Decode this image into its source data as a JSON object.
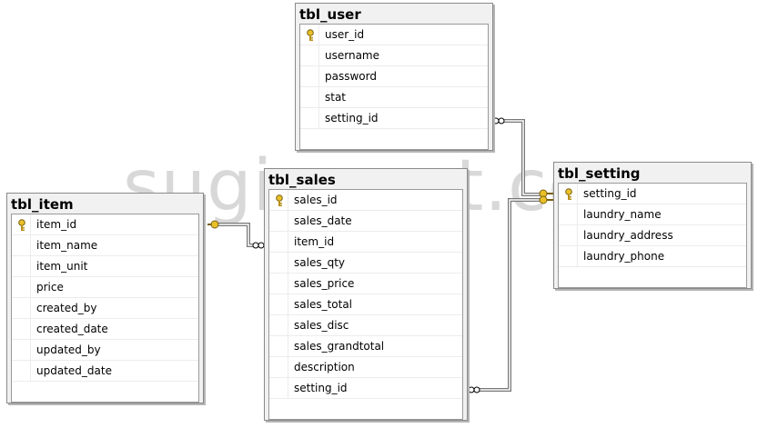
{
  "watermark": "sugismart.com",
  "tables": {
    "user": {
      "name": "tbl_user",
      "columns": [
        "user_id",
        "username",
        "password",
        "stat",
        "setting_id"
      ],
      "primary_key": "user_id"
    },
    "sales": {
      "name": "tbl_sales",
      "columns": [
        "sales_id",
        "sales_date",
        "item_id",
        "sales_qty",
        "sales_price",
        "sales_total",
        "sales_disc",
        "sales_grandtotal",
        "description",
        "setting_id"
      ],
      "primary_key": "sales_id"
    },
    "item": {
      "name": "tbl_item",
      "columns": [
        "item_id",
        "item_name",
        "item_unit",
        "price",
        "created_by",
        "created_date",
        "updated_by",
        "updated_date"
      ],
      "primary_key": "item_id"
    },
    "setting": {
      "name": "tbl_setting",
      "columns": [
        "setting_id",
        "laundry_name",
        "laundry_address",
        "laundry_phone"
      ],
      "primary_key": "setting_id"
    }
  },
  "relationships": [
    {
      "from": "tbl_item.item_id",
      "to": "tbl_sales.item_id",
      "type": "one-to-many"
    },
    {
      "from": "tbl_setting.setting_id",
      "to": "tbl_user.setting_id",
      "type": "one-to-many"
    },
    {
      "from": "tbl_setting.setting_id",
      "to": "tbl_sales.setting_id",
      "type": "one-to-many"
    }
  ],
  "colors": {
    "key_icon": "#e8c02a",
    "border": "#8a8a8a",
    "watermark": "#d8d8d8"
  }
}
